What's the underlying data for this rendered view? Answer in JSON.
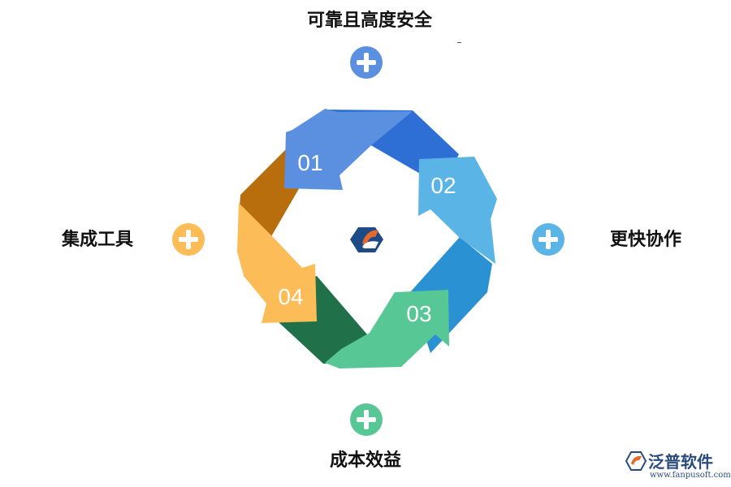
{
  "labels": {
    "top": "可靠且高度安全",
    "left": "集成工具",
    "right": "更快协作",
    "bottom": "成本效益"
  },
  "steps": [
    "01",
    "02",
    "03",
    "04"
  ],
  "colors": {
    "step1": "#5b8fe0",
    "step1_band": "#2e6fd6",
    "step2": "#5ab4e6",
    "step2_band": "#2a91d2",
    "step3": "#57c796",
    "step3_band": "#20704a",
    "step4": "#fcbc57",
    "step4_band": "#b86e0c",
    "plus_top": "#5b8fe0",
    "plus_left": "#fcbc57",
    "plus_right": "#5ab4e6",
    "plus_bottom": "#57c796"
  },
  "icons": {
    "center": "hexagon-logo-icon",
    "brand": "fanpu-logo-icon"
  },
  "brand": {
    "name": "泛普软件",
    "url": "www.fanpusoft.com"
  }
}
